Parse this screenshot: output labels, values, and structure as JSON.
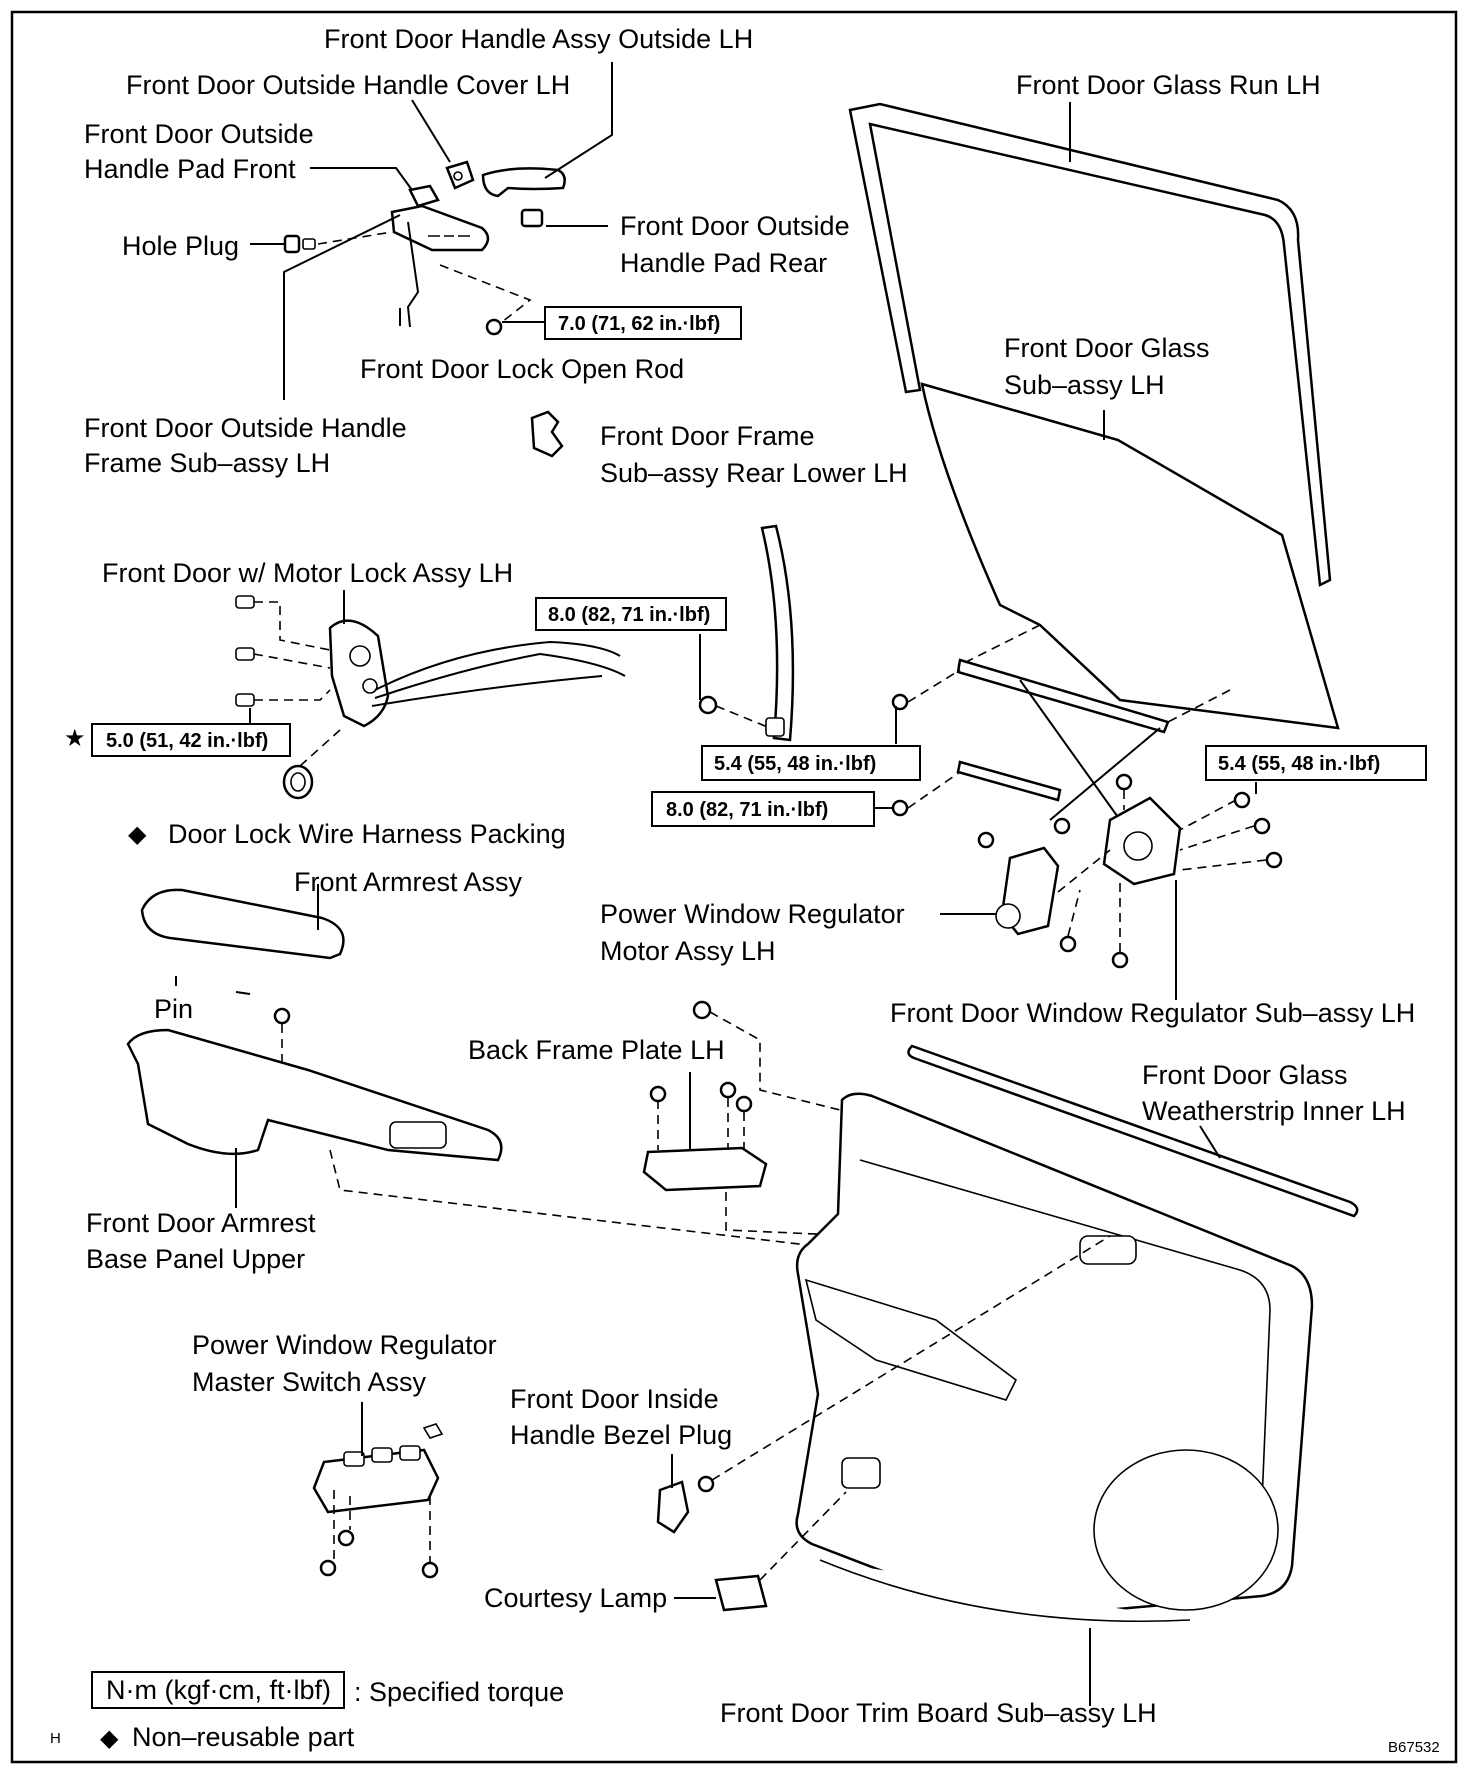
{
  "labels": {
    "handle_assy": "Front Door Handle Assy Outside LH",
    "handle_cover": "Front Door Outside Handle Cover LH",
    "pad_front_1": "Front Door Outside",
    "pad_front_2": "Handle Pad Front",
    "hole_plug": "Hole Plug",
    "pad_rear_1": "Front Door Outside",
    "pad_rear_2": "Handle Pad Rear",
    "lock_open_rod": "Front Door Lock Open Rod",
    "handle_frame_1": "Front Door Outside Handle",
    "handle_frame_2": "Frame Sub–assy LH",
    "frame_rear_lower_1": "Front Door Frame",
    "frame_rear_lower_2": "Sub–assy Rear Lower LH",
    "glass_run": "Front Door Glass Run LH",
    "glass_1": "Front Door Glass",
    "glass_2": "Sub–assy LH",
    "motor_lock": "Front Door w/ Motor Lock Assy LH",
    "harness_packing": "Door Lock Wire Harness Packing",
    "armrest": "Front Armrest Assy",
    "pin": "Pin",
    "pw_motor_1": "Power Window Regulator",
    "pw_motor_2": "Motor Assy LH",
    "regulator": "Front Door Window Regulator Sub–assy LH",
    "back_frame_plate": "Back Frame Plate LH",
    "weatherstrip_1": "Front Door Glass",
    "weatherstrip_2": "Weatherstrip Inner LH",
    "armrest_base_1": "Front Door Armrest",
    "armrest_base_2": "Base Panel Upper",
    "master_switch_1": "Power Window Regulator",
    "master_switch_2": "Master Switch Assy",
    "bezel_plug_1": "Front Door Inside",
    "bezel_plug_2": "Handle Bezel Plug",
    "courtesy_lamp": "Courtesy Lamp",
    "trim_board": "Front Door Trim Board Sub–assy LH"
  },
  "torque": {
    "t1": "7.0 (71, 62 in.·lbf)",
    "t2": "8.0 (82, 71 in.·lbf)",
    "t3": "5.0 (51, 42 in.·lbf)",
    "t4": "5.4 (55, 48 in.·lbf)",
    "t5": "5.4 (55, 48 in.·lbf)",
    "t6": "8.0 (82, 71 in.·lbf)"
  },
  "symbols": {
    "star": "★",
    "diamond": "◆"
  },
  "legend": {
    "unit_box": "N·m (kgf·cm, ft·lbf)",
    "unit_desc": ": Specified torque",
    "nonreusable": "Non–reusable part",
    "corner_letter": "H"
  },
  "figure_id": "B67532"
}
